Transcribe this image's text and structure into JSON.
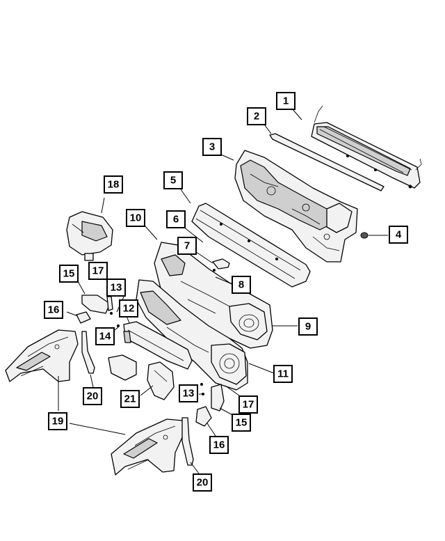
{
  "callouts": [
    "1",
    "2",
    "3",
    "4",
    "5",
    "6",
    "7",
    "8",
    "9",
    "10",
    "11",
    "12",
    "13",
    "14",
    "15",
    "16",
    "17",
    "18",
    "19",
    "20",
    "21"
  ],
  "callouts_repeat": {
    "c13b": "13",
    "c15b": "15",
    "c16b": "16",
    "c17b": "17",
    "c20b": "20"
  }
}
